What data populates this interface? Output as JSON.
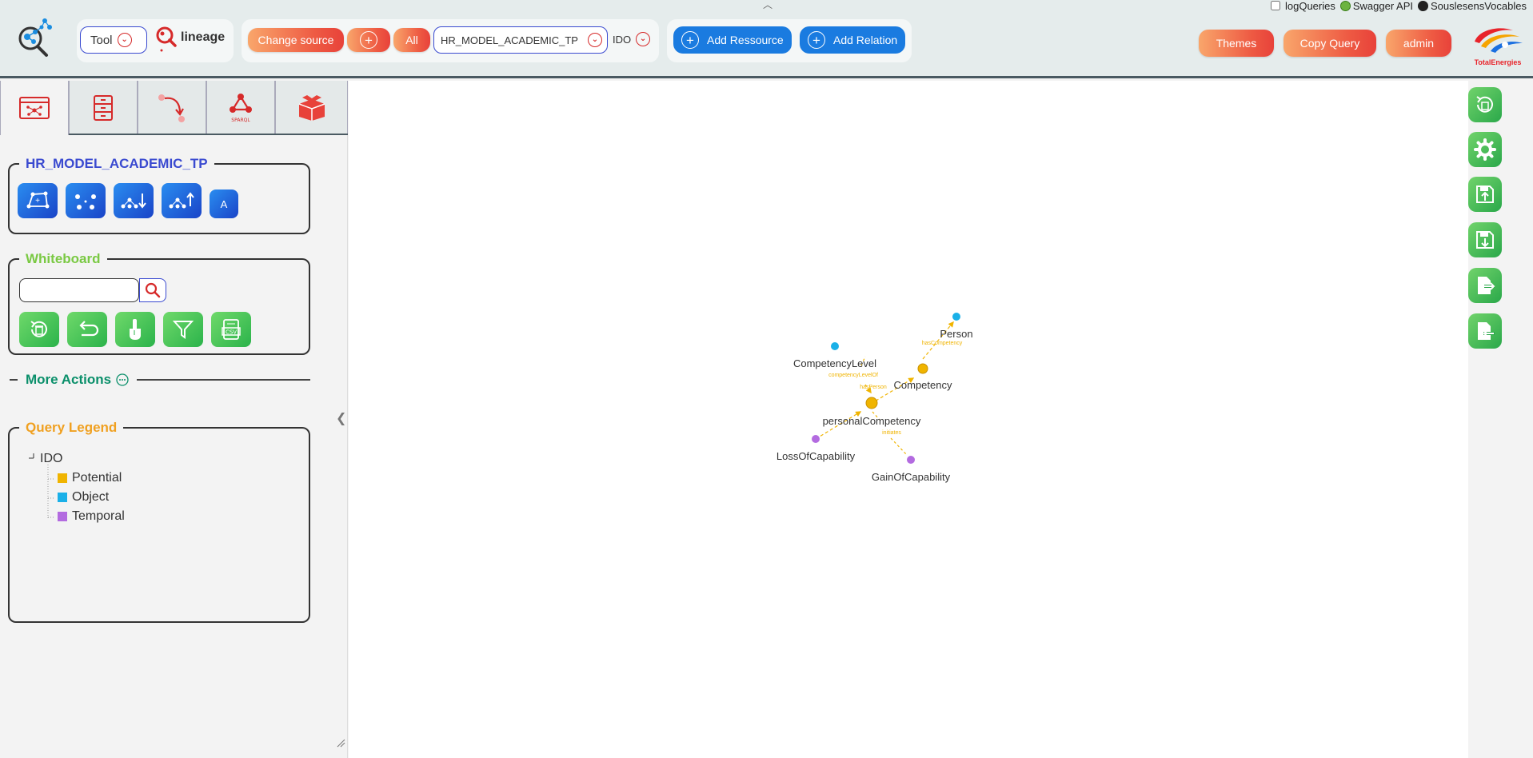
{
  "top_strip": {
    "log_queries_label": "logQueries",
    "swagger_label": "Swagger API",
    "github_label": "SouslesensVocables"
  },
  "toolbar": {
    "tool_label": "Tool",
    "lineage_label": "lineage",
    "change_source_label": "Change source",
    "all_label": "All",
    "source_value": "HR_MODEL_ACADEMIC_TP",
    "ido_label": "IDO",
    "add_resource_label": "Add Ressource",
    "add_relation_label": "Add Relation",
    "themes_label": "Themes",
    "copy_query_label": "Copy Query",
    "admin_label": "admin",
    "brand_label": "TotalEnergies"
  },
  "left_panel": {
    "source_title": "HR_MODEL_ACADEMIC_TP",
    "source_buttons_last_label": "A",
    "whiteboard_title": "Whiteboard",
    "search_placeholder": "",
    "more_actions_label": "More Actions",
    "query_legend_title": "Query Legend",
    "legend_root": "IDO",
    "legend_items": [
      {
        "label": "Potential",
        "color": "#f0b400"
      },
      {
        "label": "Object",
        "color": "#1ab0e8"
      },
      {
        "label": "Temporal",
        "color": "#b36be0"
      }
    ]
  },
  "graph": {
    "nodes": {
      "person": "Person",
      "competency_level": "CompetencyLevel",
      "competency": "Competency",
      "personal_competency": "personalCompetency",
      "loss_of_capability": "LossOfCapability",
      "gain_of_capability": "GainOfCapability"
    },
    "edges": {
      "has_competency": "hasCompetency",
      "competency_level_of": "competencyLevelOf",
      "has_person": "hasPerson",
      "initiates": "initiates"
    }
  },
  "colors": {
    "potential": "#f0b400",
    "object": "#1ab0e8",
    "temporal": "#b36be0",
    "accent_blue": "#3a4ad0",
    "accent_green": "#7ac943",
    "accent_teal": "#0a8f6a",
    "accent_orange": "#f0a020"
  }
}
